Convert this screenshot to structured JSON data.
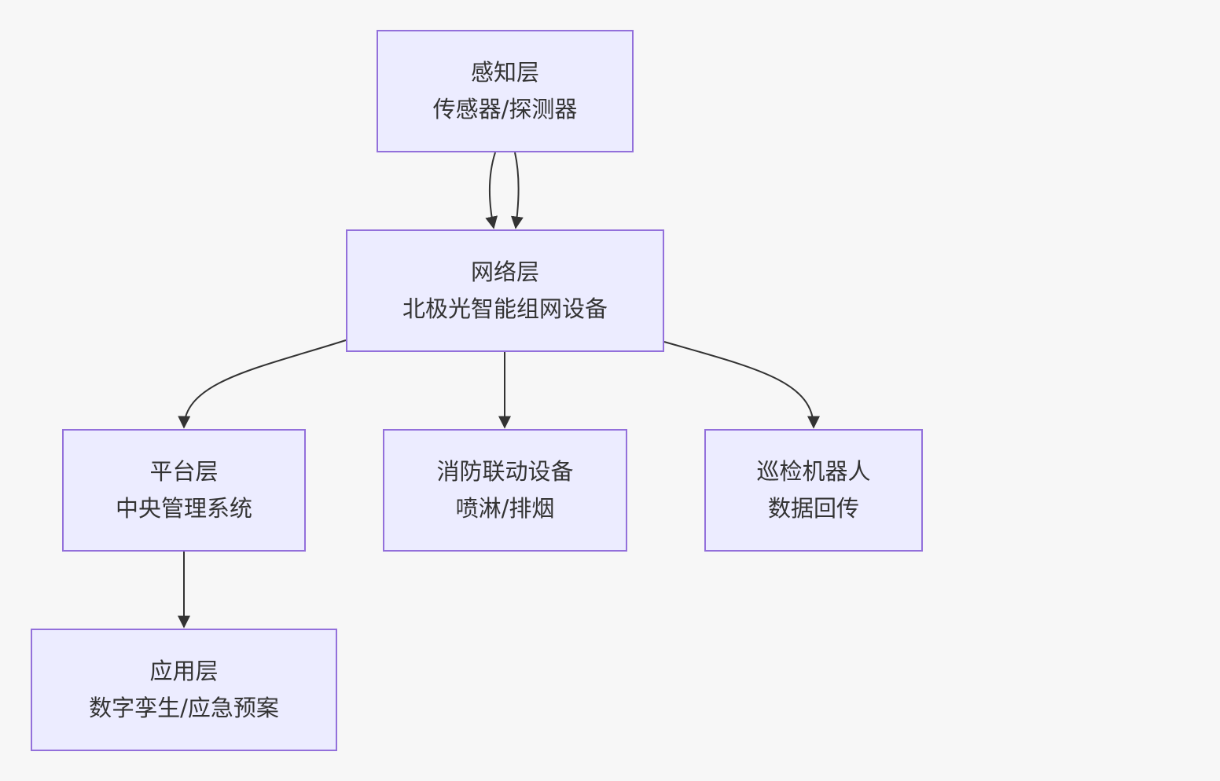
{
  "colors": {
    "background": "#f7f7f7",
    "node_fill": "#ececff",
    "node_border": "#9370db",
    "edge": "#333333",
    "text": "#333333"
  },
  "nodes": {
    "perception": {
      "title": "感知层",
      "subtitle": "传感器/探测器"
    },
    "network": {
      "title": "网络层",
      "subtitle": "北极光智能组网设备"
    },
    "platform": {
      "title": "平台层",
      "subtitle": "中央管理系统"
    },
    "fire_linkage": {
      "title": "消防联动设备",
      "subtitle": "喷淋/排烟"
    },
    "robot": {
      "title": "巡检机器人",
      "subtitle": "数据回传"
    },
    "application": {
      "title": "应用层",
      "subtitle": "数字孪生/应急预案"
    }
  },
  "edges": [
    {
      "from": "perception",
      "to": "network"
    },
    {
      "from": "perception",
      "to": "network"
    },
    {
      "from": "network",
      "to": "platform"
    },
    {
      "from": "network",
      "to": "fire_linkage"
    },
    {
      "from": "network",
      "to": "robot"
    },
    {
      "from": "platform",
      "to": "application"
    }
  ]
}
